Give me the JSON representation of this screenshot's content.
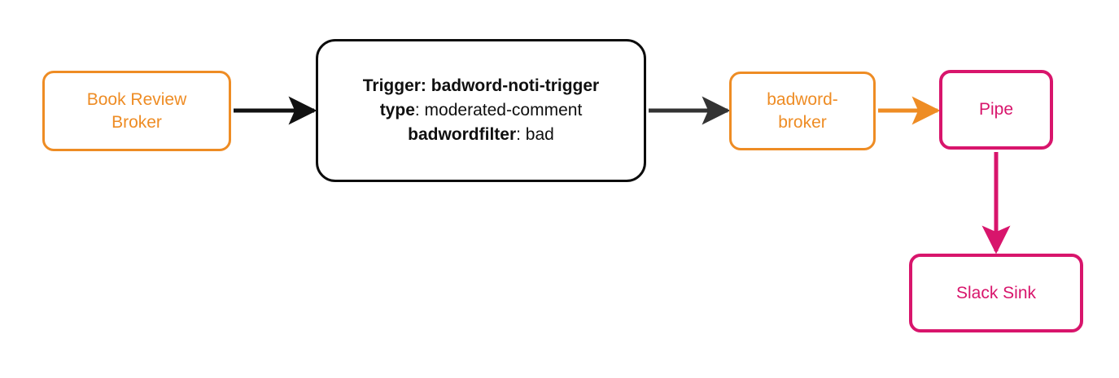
{
  "diagram": {
    "type": "flow-diagram",
    "background_color": "#ffffff",
    "palette": {
      "broker_orange": "#ee8c24",
      "sink_crimson": "#d8156c",
      "trigger_black": "#0d0d0d",
      "arrow_dark": "#2d2d2d"
    },
    "nodes": [
      {
        "id": "book-review-broker",
        "label": "Book Review Broker",
        "label_lines": [
          "Book Review",
          "Broker"
        ],
        "color": "#ee8c24",
        "shape": "rounded-rectangle"
      },
      {
        "id": "badword-noti-trigger",
        "label": "Trigger: badword-noti-trigger",
        "color": "#0d0d0d",
        "shape": "rounded-rectangle",
        "lines": [
          {
            "text": "Trigger: badword-noti-trigger",
            "bold": true
          },
          {
            "key": "type",
            "value": ": moderated-comment"
          },
          {
            "key": "badwordfilter",
            "value": ": bad"
          }
        ]
      },
      {
        "id": "badword-broker",
        "label": "badword-broker",
        "label_lines": [
          "badword-",
          "broker"
        ],
        "color": "#ee8c24",
        "shape": "rounded-rectangle"
      },
      {
        "id": "pipe",
        "label": "Pipe",
        "color": "#d8156c",
        "shape": "rounded-rectangle"
      },
      {
        "id": "slack-sink",
        "label": "Slack Sink",
        "color": "#d8156c",
        "shape": "rounded-rectangle"
      }
    ],
    "edges": [
      {
        "id": "edge-book-review-broker-to-trigger",
        "from": "book-review-broker",
        "to": "badword-noti-trigger",
        "color": "#111111",
        "direction": "right"
      },
      {
        "id": "edge-trigger-to-badword-broker",
        "from": "badword-noti-trigger",
        "to": "badword-broker",
        "color": "#333333",
        "direction": "right"
      },
      {
        "id": "edge-badword-broker-to-pipe",
        "from": "badword-broker",
        "to": "pipe",
        "color": "#ee8c24",
        "direction": "right"
      },
      {
        "id": "edge-pipe-to-slack-sink",
        "from": "pipe",
        "to": "slack-sink",
        "color": "#d8156c",
        "direction": "down"
      }
    ]
  }
}
